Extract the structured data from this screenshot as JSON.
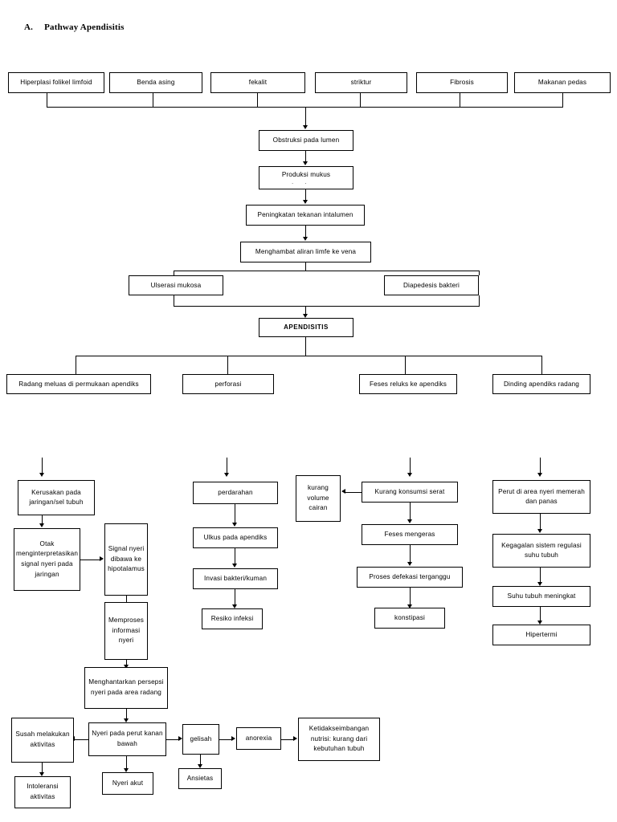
{
  "document": {
    "title_letter": "A.",
    "title": "Pathway Apendisitis"
  },
  "etiology_row": [
    {
      "label": "Hiperplasi folikel limfoid"
    },
    {
      "label": "Benda asing"
    },
    {
      "label": "fekalit"
    },
    {
      "label": "striktur"
    },
    {
      "label": "Fibrosis"
    },
    {
      "label": "Makanan pedas"
    }
  ],
  "main_chain": [
    {
      "label": "Obstruksi pada lumen"
    },
    {
      "label": "Produksi mukus"
    },
    {
      "label": "Peningkatan tekanan intalumen"
    },
    {
      "label": "Menghambat aliran limfe ke vena"
    }
  ],
  "split_pair": [
    {
      "label": "Ulserasi mukosa"
    },
    {
      "label": "Diapedesis bakteri"
    }
  ],
  "diagnosis": {
    "label": "APENDISITIS"
  },
  "complications": [
    {
      "label": "Radang meluas di permukaan apendiks"
    },
    {
      "label": "perforasi"
    },
    {
      "label": "Feses reluks ke apendiks"
    },
    {
      "label": "Dinding apendiks radang"
    }
  ],
  "pain_branch": {
    "damage": {
      "label": "Kerusakan pada jaringan/sel tubuh"
    },
    "brain": {
      "label": "Otak menginterpretasikan signal nyeri pada jaringan"
    },
    "signal": {
      "label": "Signal nyeri dibawa ke hipotalamus"
    },
    "process": {
      "label": "Memproses informasi nyeri"
    },
    "transmit": {
      "label": "Menghantarkan persepsi nyeri pada area radang"
    },
    "pain": {
      "label": "Nyeri pada perut kanan bawah"
    },
    "acute_pain": {
      "label": "Nyeri akut"
    },
    "hard_activity": {
      "label": "Susah melakukan aktivitas"
    },
    "intolerance": {
      "label": "Intoleransi aktivitas"
    },
    "restless": {
      "label": "gelisah"
    },
    "anxiety": {
      "label": "Ansietas"
    },
    "anorexia": {
      "label": "anorexia"
    },
    "nutrition": {
      "label": "Ketidakseimbangan nutrisi: kurang dari kebutuhan tubuh"
    }
  },
  "bleeding_branch": {
    "bleeding": {
      "label": "perdarahan"
    },
    "ulcer": {
      "label": "Ulkus pada apendiks"
    },
    "invasion": {
      "label": "Invasi bakteri/kuman"
    },
    "infection_risk": {
      "label": "Resiko infeksi"
    }
  },
  "constipation_branch": {
    "fluid": {
      "label": "kurang volume cairan"
    },
    "fiber": {
      "label": "Kurang konsumsi serat"
    },
    "hard_stool": {
      "label": "Feses mengeras"
    },
    "defecation": {
      "label": "Proses defekasi terganggu"
    },
    "constipation": {
      "label": "konstipasi"
    }
  },
  "fever_branch": {
    "red_hot": {
      "label": "Perut di area nyeri memerah dan panas"
    },
    "regulation": {
      "label": "Kegagalan sistem regulasi suhu tubuh"
    },
    "temp_up": {
      "label": "Suhu tubuh meningkat"
    },
    "hyperthermia": {
      "label": "Hipertermi"
    }
  },
  "misc": {
    "mucus_dots": ". ."
  },
  "colors": {
    "line": "#000000",
    "text": "#000000",
    "background": "#ffffff"
  }
}
